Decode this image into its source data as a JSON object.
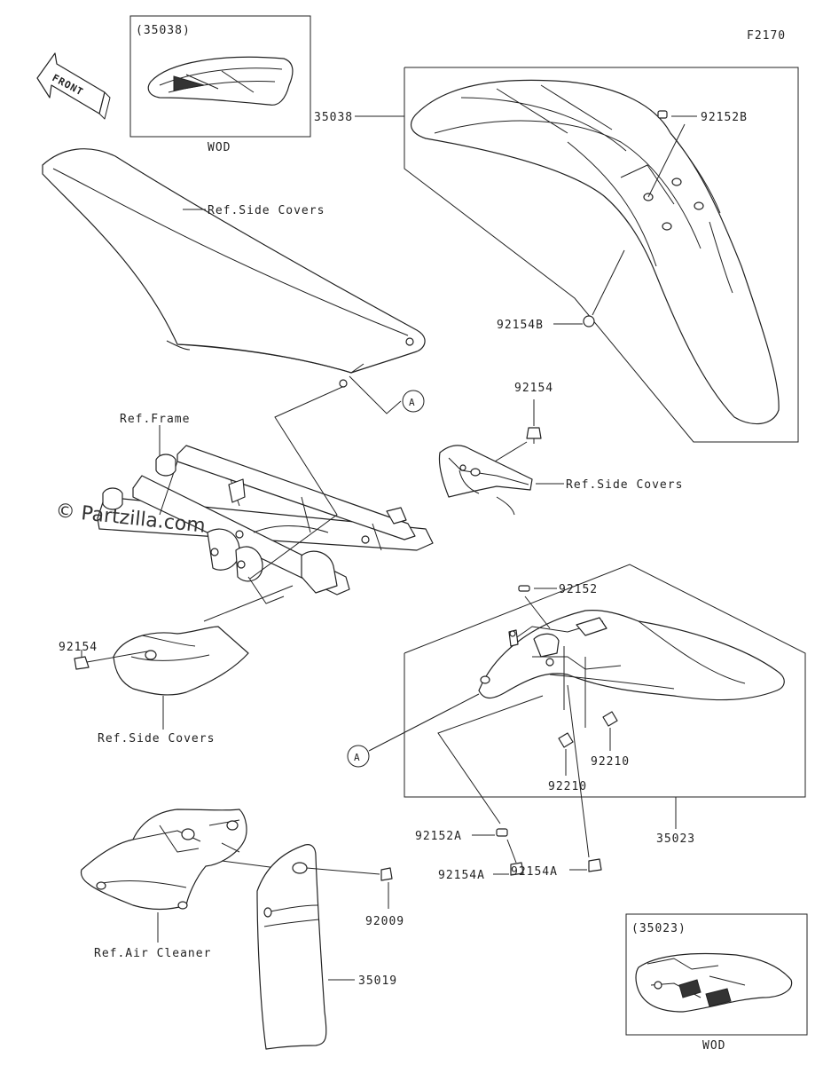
{
  "figure_code": "F2170",
  "watermark": "© Partzilla.com",
  "front_arrow": "FRONT",
  "inset_front": {
    "code": "(35038)",
    "caption": "WOD"
  },
  "inset_rear": {
    "code": "(35023)",
    "caption": "WOD"
  },
  "callouts": {
    "front_fender": "35038",
    "front_nut": "92152B",
    "front_bolt": "92154B",
    "seat_ref": "Ref.Side Covers",
    "frame_ref": "Ref.Frame",
    "bolt_upper": "92154",
    "side_covers_right": "Ref.Side Covers",
    "bolt_left": "92154",
    "side_covers_left": "Ref.Side Covers",
    "rear_collar": "92152",
    "rear_nut_1": "92210",
    "rear_nut_2": "92210",
    "rear_fender": "35023",
    "collar_bottom": "92152A",
    "bolt_bottom_1": "92154A",
    "bolt_bottom_2": "92154A",
    "screw": "92009",
    "air_cleaner_ref": "Ref.Air Cleaner",
    "mud_flap": "35019",
    "marker_a": "A"
  }
}
